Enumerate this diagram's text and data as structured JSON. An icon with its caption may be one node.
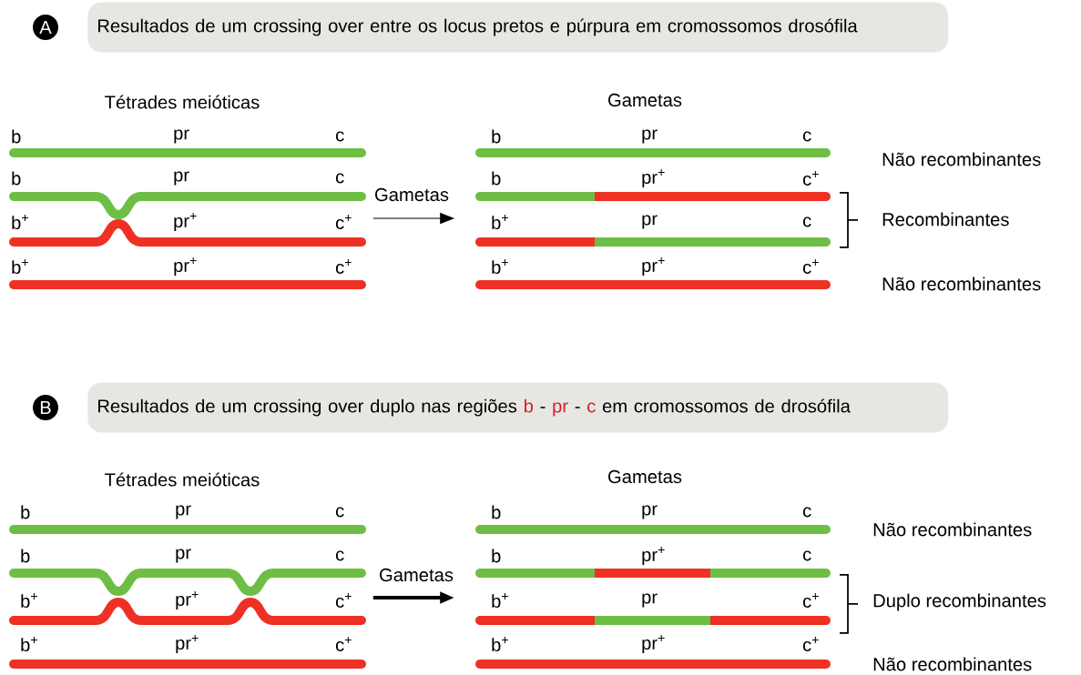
{
  "diagram": {
    "nodes": [
      {
        "text": [
          "A"
        ]
      },
      {
        "text": [
          "Resultados de um crossing over entre os  locus pretos e púrpura em cromossomos drosófila"
        ]
      },
      {
        "text": [
          "Tétrades meióticas"
        ]
      },
      {
        "text": [
          "Gametas"
        ]
      },
      {
        "text": [
          "B"
        ]
      },
      {
        "text": [
          "Resultados de um crossing over duplo nas regiões",
          "b",
          "-",
          "pr",
          "-",
          "c",
          "em cromossomos de drosófila"
        ]
      },
      {
        "text": [
          "Tétrades meióticas"
        ]
      },
      {
        "text": [
          "Gametas"
        ]
      }
    ],
    "edges": [
      {
        "from": 2,
        "to": 3,
        "arrow": "to",
        "label": "Gametas"
      },
      {
        "from": 6,
        "to": 7,
        "arrow": "to",
        "label": "Gametas",
        "style": "thick"
      }
    ],
    "labels": [
      "b",
      "pr",
      "c",
      "b",
      "pr",
      "c",
      "Não recombinantes",
      "b",
      "pr",
      "c",
      "b",
      "pr$^{+}$",
      "c$^{+}$",
      "b$^{+}$",
      "pr$^{+}$",
      "c$^{+}$",
      "b$^{+}$",
      "pr",
      "c",
      "Recombinantes",
      "b$^{+}$",
      "pr$^{+}$",
      "c$^{+}$",
      "b$^{+}$",
      "pr$^{+}$",
      "c$^{+}$",
      "Não recombinantes",
      "b",
      "pr",
      "c",
      "b",
      "pr",
      "c",
      "Não recombinantes",
      "b",
      "pr",
      "c",
      "b",
      "pr$^{+}$",
      "c",
      "b$^{+}$",
      "pr$^{+}$",
      "c$^{+}$",
      "b$^{+}$",
      "pr",
      "c$^{+}$",
      "Duplo recombinantes",
      "b$^{+}$",
      "pr$^{+}$",
      "c$^{+}$",
      "b$^{+}$",
      "pr$^{+}$",
      "c$^{+}$",
      "Não recombinantes"
    ]
  }
}
